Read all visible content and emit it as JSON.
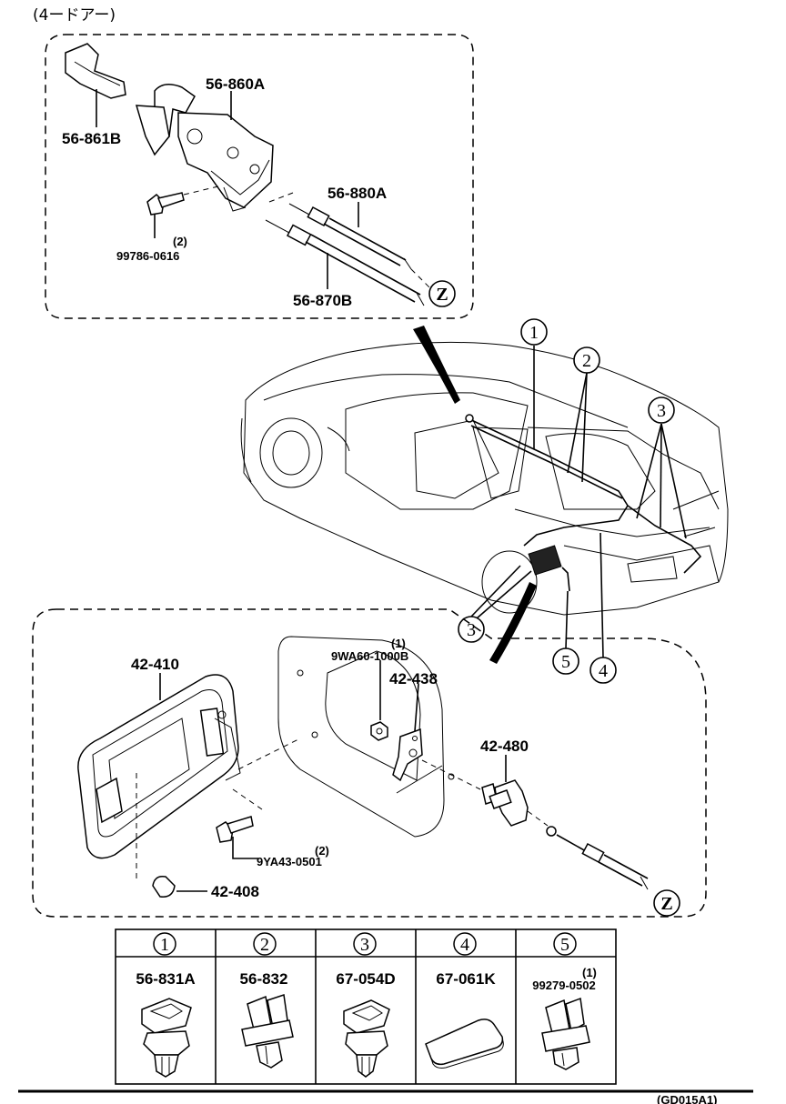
{
  "header": {
    "title": "(4ードアー)"
  },
  "upper_inset": {
    "labels": {
      "opener_lever": "56-860A",
      "lever_cover": "56-861B",
      "cable_trunk": "56-880A",
      "cable_fuel": "56-870B",
      "bolt": "99786-0616",
      "bolt_qty": "(2)"
    },
    "connector": "Z"
  },
  "car_callouts": [
    "1",
    "2",
    "3",
    "3",
    "4",
    "5"
  ],
  "lower_inset": {
    "labels": {
      "fuel_lid": "42-410",
      "nut": "9WA60-1000B",
      "nut_qty": "(1)",
      "hinge_bracket": "42-438",
      "lid_opener": "42-480",
      "bolt": "9YA43-0501",
      "bolt_qty": "(2)",
      "bumper": "42-408"
    },
    "connector": "Z"
  },
  "clip_table": {
    "columns": [
      {
        "num": "1",
        "part": "56-831A",
        "qty": ""
      },
      {
        "num": "2",
        "part": "56-832",
        "qty": ""
      },
      {
        "num": "3",
        "part": "67-054D",
        "qty": ""
      },
      {
        "num": "4",
        "part": "67-061K",
        "qty": ""
      },
      {
        "num": "5",
        "part": "99279-0502",
        "qty": "(1)"
      }
    ]
  },
  "footer": {
    "ref": "(GD015A1)"
  }
}
